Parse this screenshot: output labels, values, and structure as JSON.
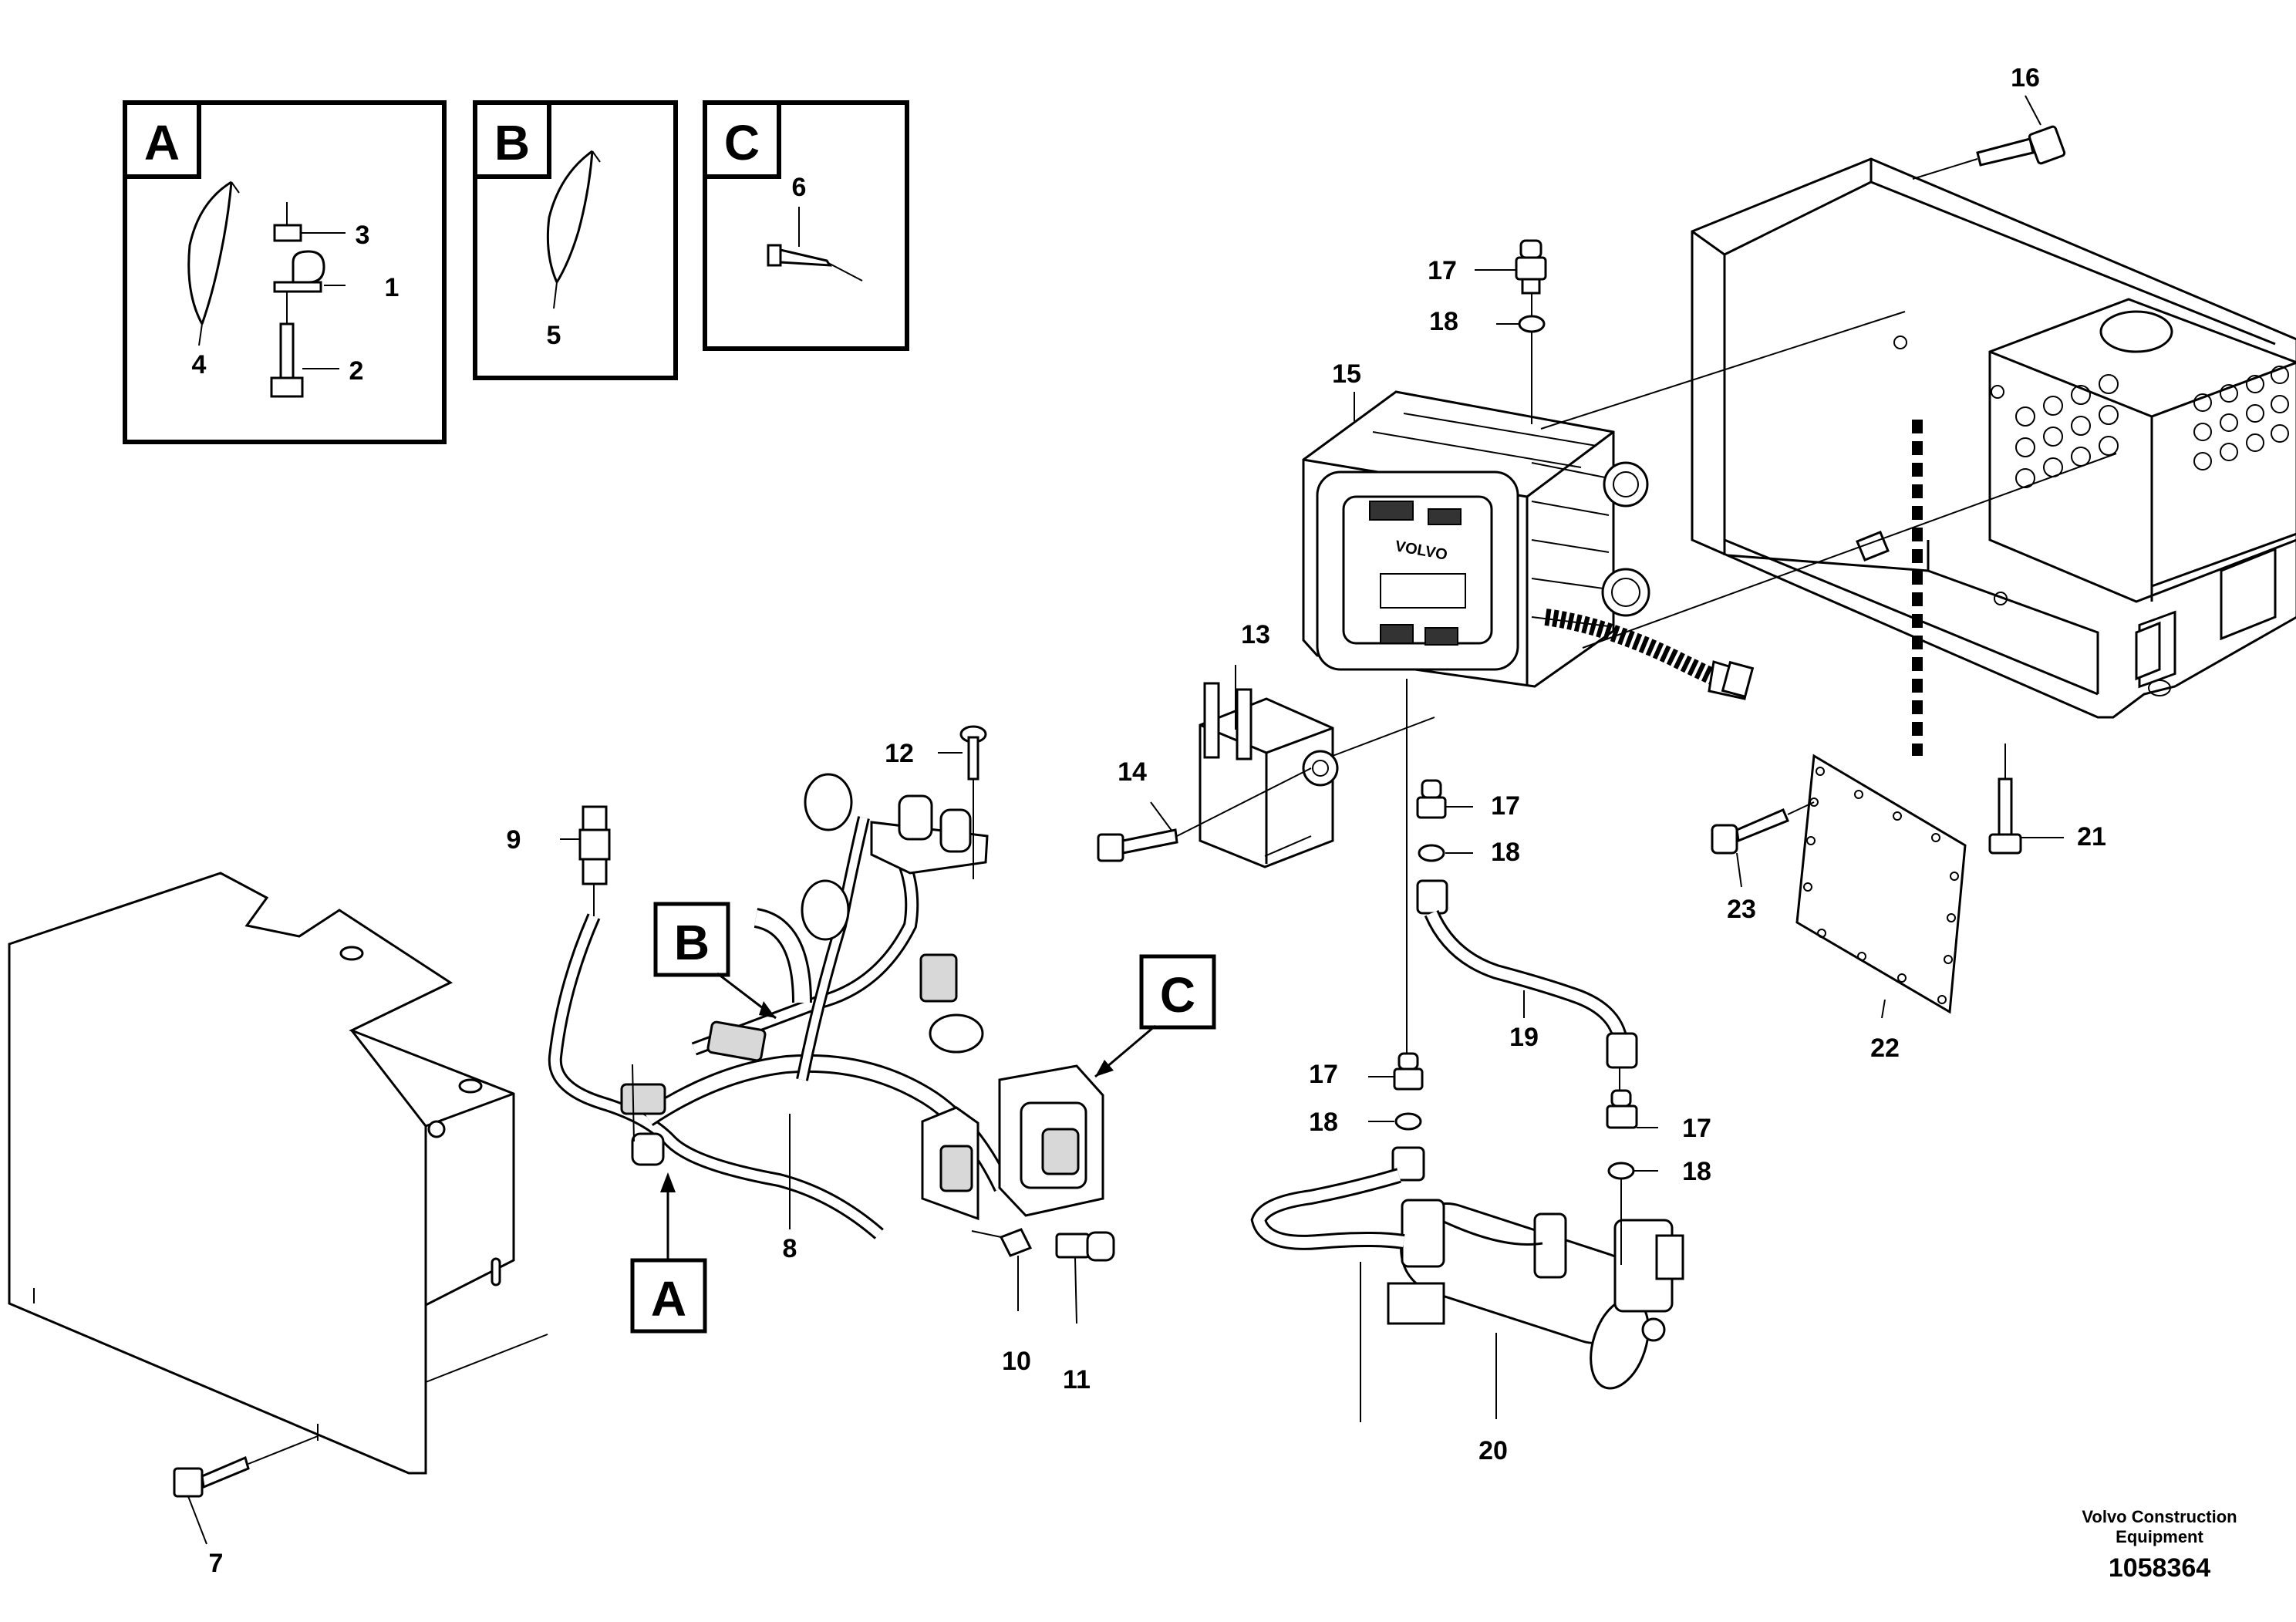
{
  "detail_views": [
    {
      "letter": "A",
      "parts": [
        "3",
        "1",
        "4",
        "2"
      ]
    },
    {
      "letter": "B",
      "parts": [
        "5"
      ]
    },
    {
      "letter": "C",
      "parts": [
        "6"
      ]
    }
  ],
  "callouts": [
    "A",
    "B",
    "C"
  ],
  "part_numbers": {
    "p1": "1",
    "p2": "2",
    "p3": "3",
    "p4": "4",
    "p5": "5",
    "p6": "6",
    "p7": "7",
    "p8": "8",
    "p9": "9",
    "p10": "10",
    "p11": "11",
    "p12": "12",
    "p13": "13",
    "p14": "14",
    "p15": "15",
    "p16": "16",
    "p17a": "17",
    "p17b": "17",
    "p17c": "17",
    "p17d": "17",
    "p18a": "18",
    "p18b": "18",
    "p18c": "18",
    "p18d": "18",
    "p19": "19",
    "p20": "20",
    "p21": "21",
    "p22": "22",
    "p23": "23"
  },
  "credit": {
    "line1": "Volvo Construction",
    "line2": "Equipment"
  },
  "document_number": "1058364"
}
